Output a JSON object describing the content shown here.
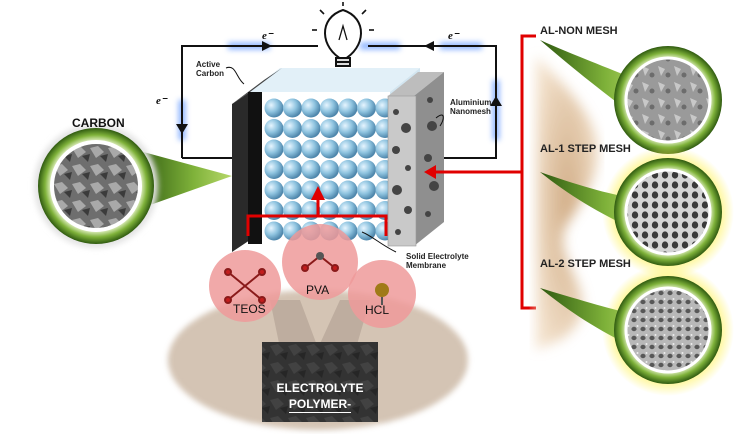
{
  "diagram": {
    "electron_label": "e⁻",
    "labels": {
      "active_carbon": "Active\nCarbon",
      "aluminium_nanomesh": "Aluminium\nNanomesh",
      "solid_electrolyte": "Solid Electrolyte\nMembrane"
    },
    "carbon": {
      "title": "CARBON"
    },
    "meshes": [
      {
        "title": "AL-NON MESH"
      },
      {
        "title": "AL-1 STEP MESH"
      },
      {
        "title": "AL-2 STEP MESH"
      }
    ],
    "components": [
      "TEOS",
      "PVA",
      "HCL"
    ],
    "polymer": {
      "line1": "ELECTROLYTE",
      "line2": "POLYMER-"
    }
  },
  "colors": {
    "wire": "#111111",
    "glow": "#6ea0ff",
    "bracket": "#e00000",
    "green": "#6a9a2a",
    "sphere": "#8ec3df",
    "pink": "#ee9a9a"
  },
  "icons": [
    "lightbulb-icon"
  ]
}
